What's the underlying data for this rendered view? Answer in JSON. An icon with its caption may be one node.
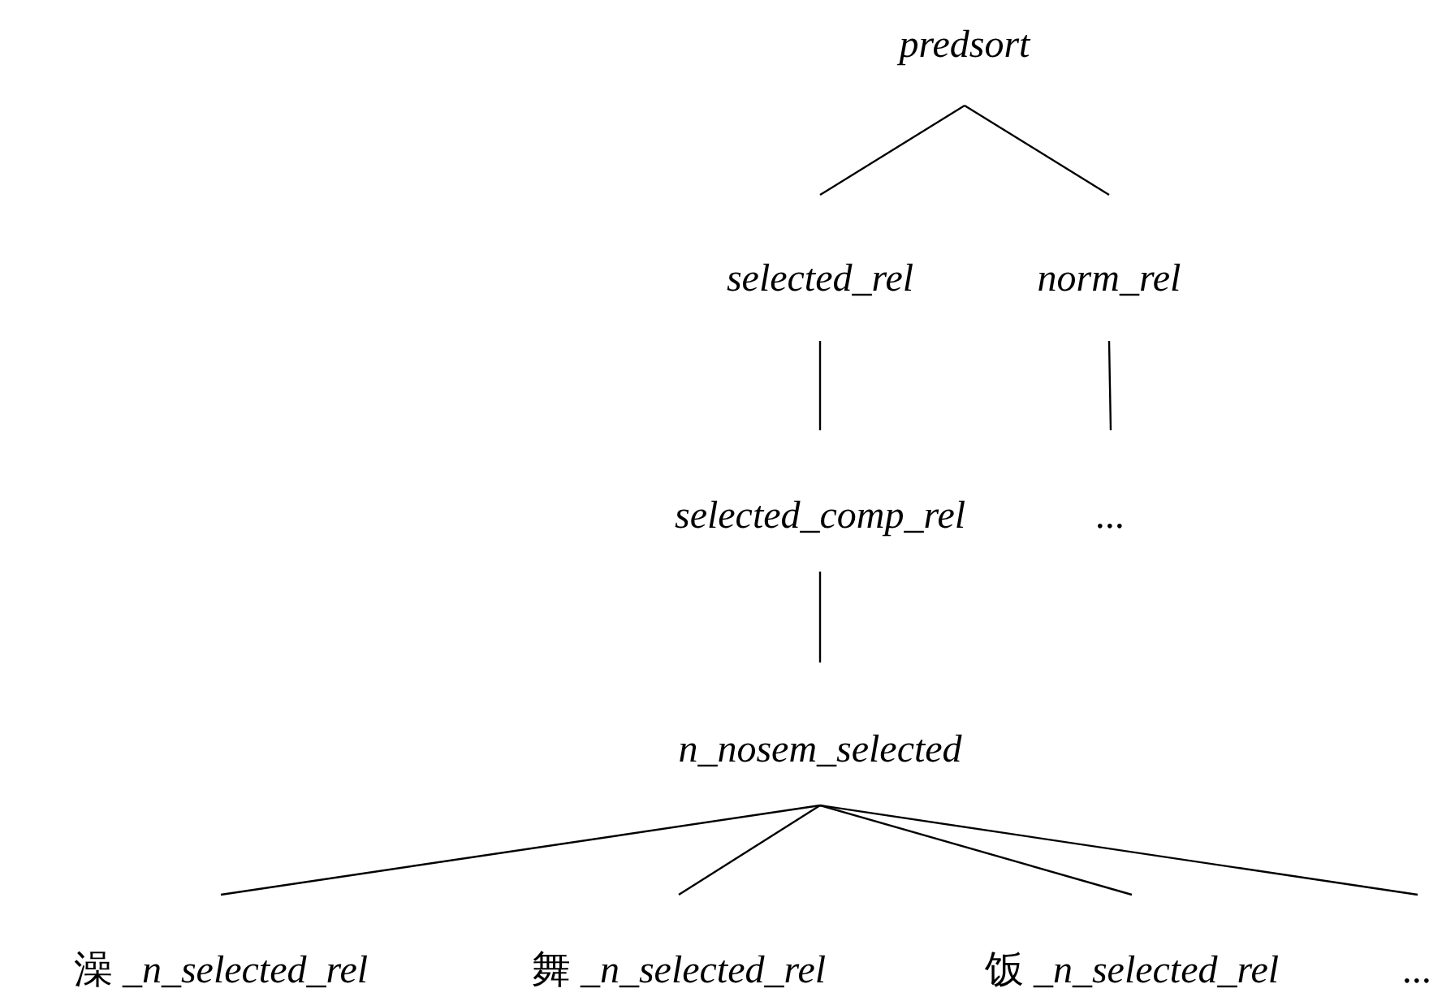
{
  "diagram": {
    "nodes": [
      {
        "text": [
          "predsort"
        ]
      },
      {
        "text": [
          "selected_rel"
        ]
      },
      {
        "text": [
          "norm_rel"
        ]
      },
      {
        "text": [
          "selected_comp_rel"
        ]
      },
      {
        "text": [
          "..."
        ]
      },
      {
        "text": [
          "n_nosem_selected"
        ]
      },
      {
        "text": [
          "澡 *_n_selected_rel*"
        ]
      },
      {
        "text": [
          "舞 *_n_selected_rel*"
        ]
      },
      {
        "text": [
          "饭 *_n_selected_rel*"
        ]
      },
      {
        "text": [
          "..."
        ]
      }
    ],
    "edges": [
      {
        "from": 0,
        "to": 1,
        "arrow": "none"
      },
      {
        "from": 0,
        "to": 2,
        "arrow": "none"
      },
      {
        "from": 1,
        "to": 3,
        "arrow": "none"
      },
      {
        "from": 2,
        "to": 4,
        "arrow": "none"
      },
      {
        "from": 3,
        "to": 5,
        "arrow": "none"
      },
      {
        "from": 5,
        "to": 6,
        "arrow": "none"
      },
      {
        "from": 5,
        "to": 7,
        "arrow": "none"
      },
      {
        "from": 5,
        "to": 8,
        "arrow": "none"
      },
      {
        "from": 5,
        "to": 9,
        "arrow": "none"
      }
    ]
  }
}
